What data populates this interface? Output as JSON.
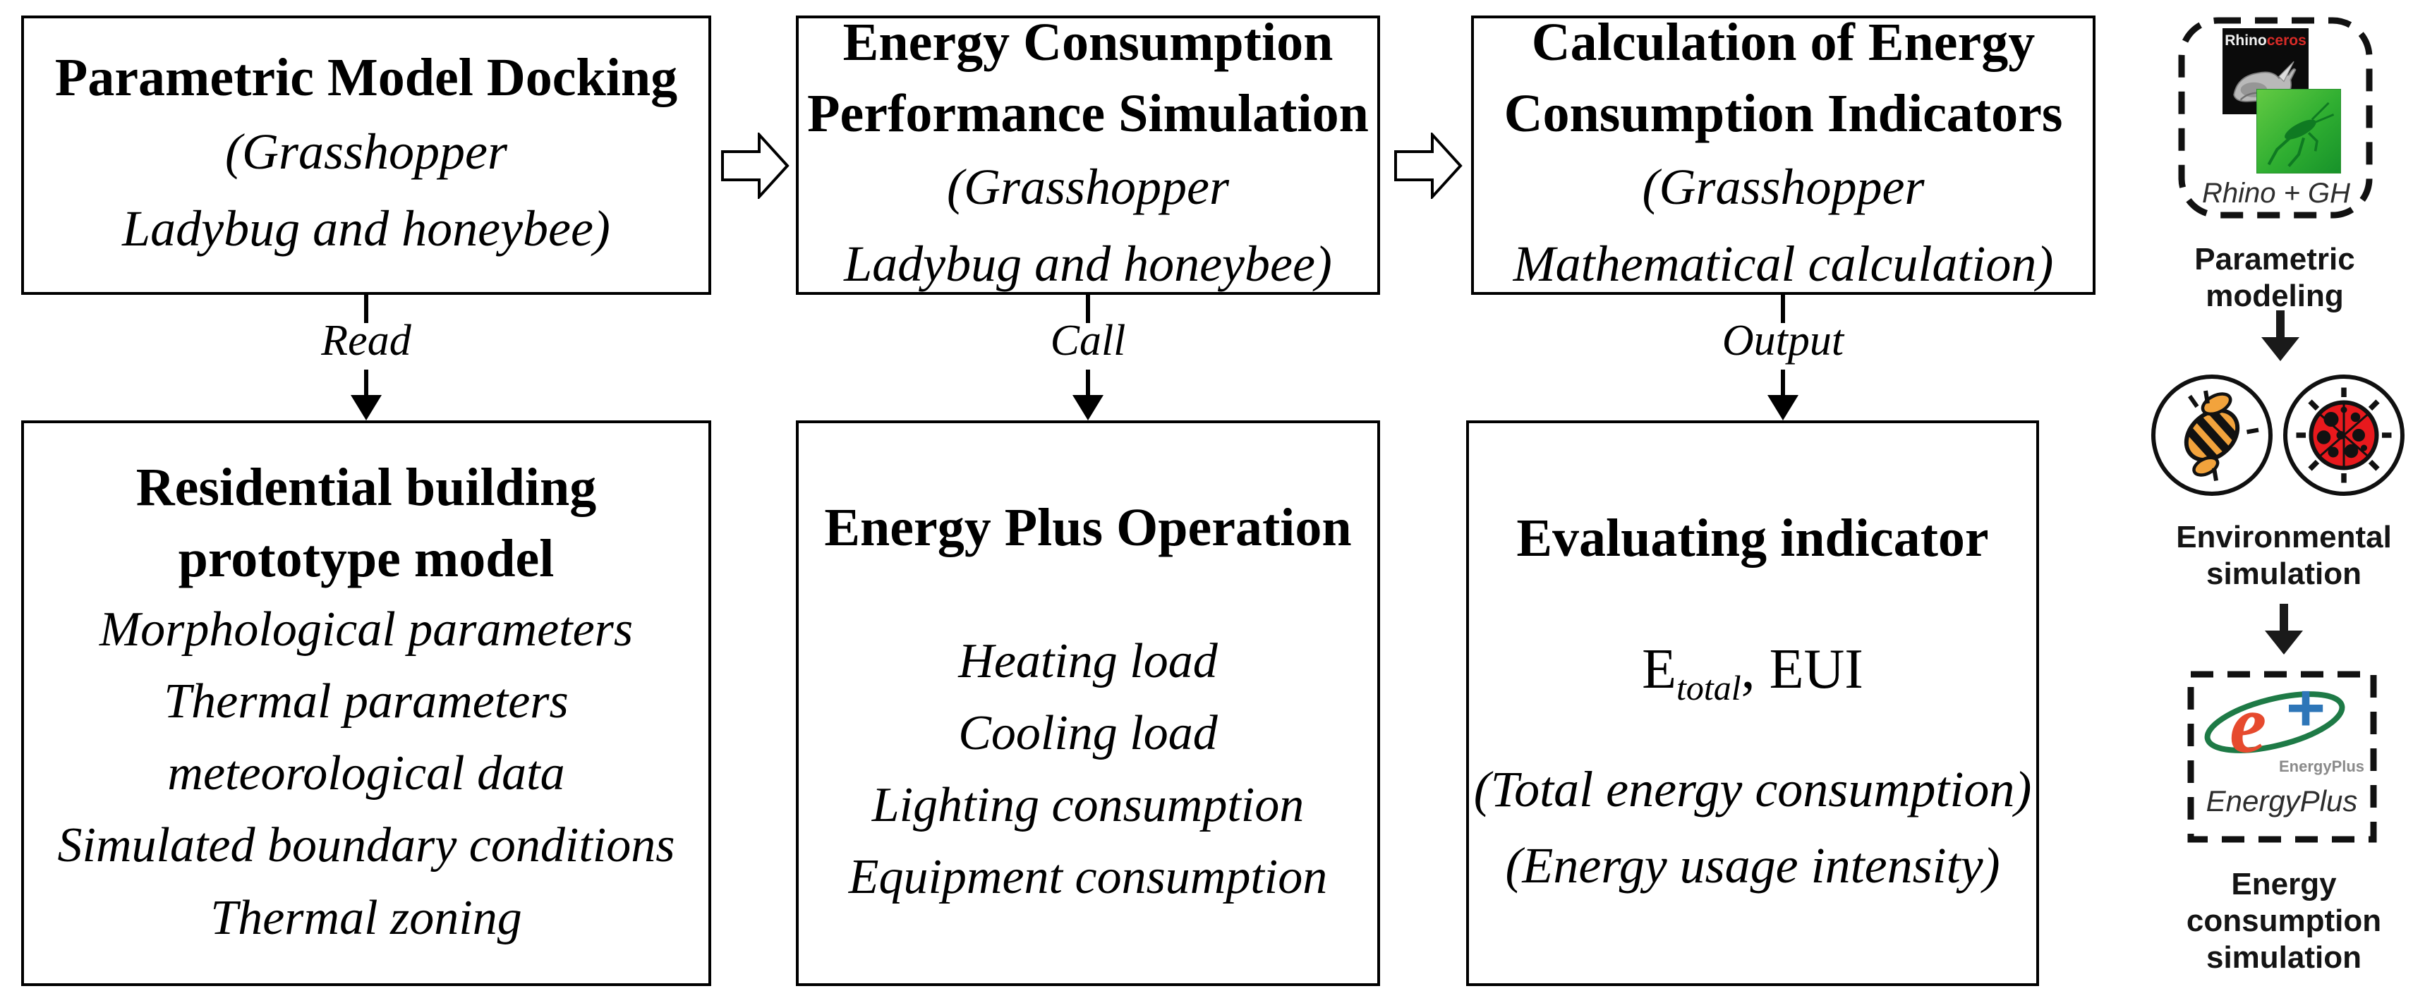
{
  "flow": {
    "top_boxes": [
      {
        "title_lines": [
          "Parametric Model Docking"
        ],
        "sub_lines": [
          "(Grasshopper",
          "Ladybug and honeybee)"
        ]
      },
      {
        "title_lines": [
          "Energy Consumption",
          "Performance Simulation"
        ],
        "sub_lines": [
          "(Grasshopper",
          "Ladybug and honeybee)"
        ]
      },
      {
        "title_lines": [
          "Calculation of Energy",
          "Consumption Indicators"
        ],
        "sub_lines": [
          "(Grasshopper",
          "Mathematical calculation)"
        ]
      }
    ],
    "connector_labels": [
      "Read",
      "Call",
      "Output"
    ],
    "bottom_boxes": [
      {
        "title_lines": [
          "Residential building",
          "prototype model"
        ],
        "items": [
          "Morphological parameters",
          "Thermal parameters",
          "meteorological data",
          "Simulated boundary conditions",
          "Thermal zoning"
        ]
      },
      {
        "title_lines": [
          "Energy Plus Operation"
        ],
        "items": [
          "Heating load",
          "Cooling load",
          "Lighting consumption",
          "Equipment consumption"
        ]
      },
      {
        "title_lines": [
          "Evaluating indicator"
        ],
        "formula": {
          "base": "E",
          "subscript": "total",
          "rest": ", EUI"
        },
        "items": [
          "(Total energy consumption)",
          "(Energy usage intensity)"
        ]
      }
    ]
  },
  "sidebar": {
    "rhino_logo": {
      "brand_white": "Rhino",
      "brand_red": "ceros"
    },
    "rhino_gh_caption": "Rhino + GH",
    "steps": [
      {
        "label_lines": [
          "Parametric",
          "modeling"
        ]
      },
      {
        "label_lines": [
          "Environmental",
          "simulation"
        ]
      },
      {
        "label_lines": [
          "Energy",
          "consumption",
          "simulation"
        ]
      }
    ],
    "energyplus_logo": {
      "e": "e",
      "plus": "+",
      "small_text": "EnergyPlus",
      "big_text": "EnergyPlus"
    }
  },
  "colors": {
    "bee_orange": "#F2A33C",
    "ladybug_red": "#E8191D",
    "grasshopper_green_bg": "#2FAE31",
    "grasshopper_dark_green": "#0F7A22",
    "energyplus_red": "#E64A2E",
    "energyplus_blue": "#2E76B8",
    "energyplus_green": "#1E7A46",
    "rhinoceros_red": "#D92B27",
    "line_black": "#000000"
  }
}
